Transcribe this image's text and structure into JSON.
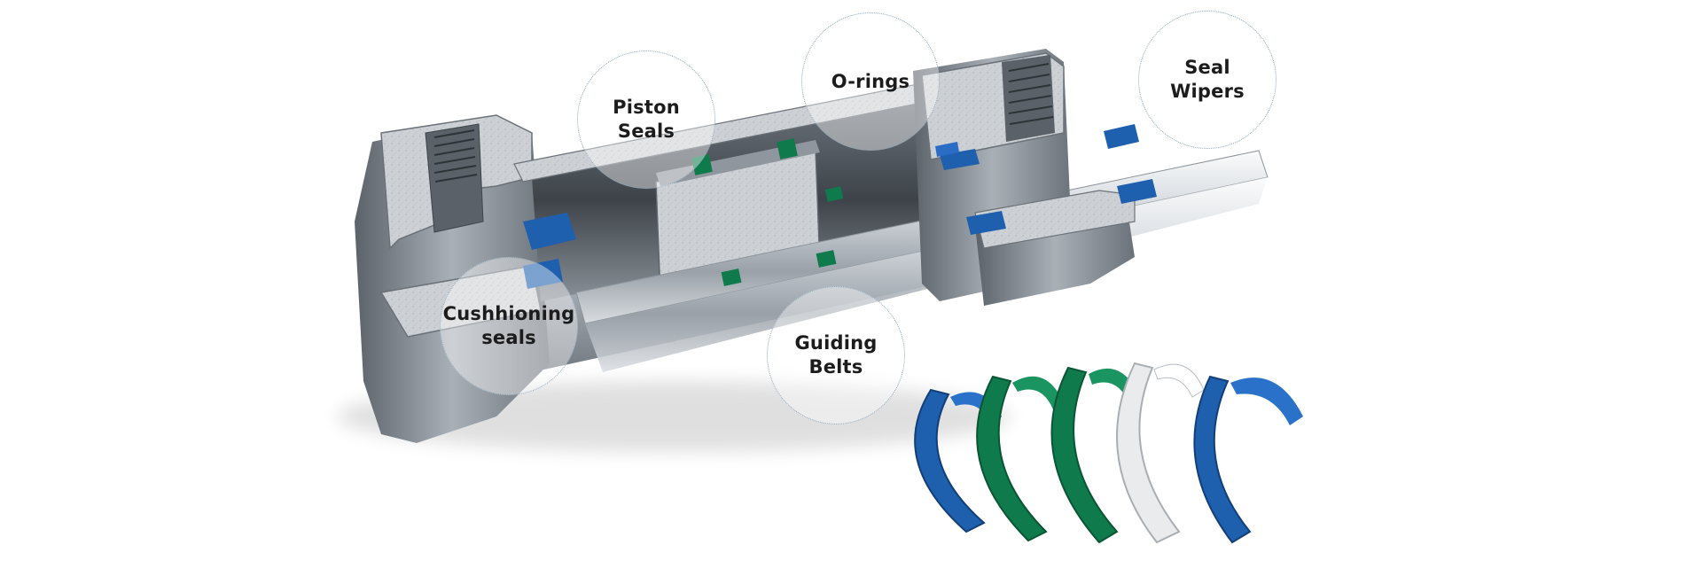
{
  "labels": {
    "piston_seals": [
      "Piston",
      "Seals"
    ],
    "o_rings": [
      "O-rings"
    ],
    "seal_wipers": [
      "Seal",
      "Wipers"
    ],
    "cushioning_seals": [
      "Cushhioning",
      "seals"
    ],
    "guiding_belts": [
      "Guiding",
      "Belts"
    ]
  },
  "colors": {
    "steel_light": "#e6e9ec",
    "steel_mid": "#b9bfc6",
    "steel_dark": "#5f666e",
    "cut_face": "#c9cdd1",
    "seal_blue": "#1e5fae",
    "seal_green": "#0f7a4c",
    "belt_white": "#e9ebed",
    "callout_border": "#8aa4b8"
  }
}
